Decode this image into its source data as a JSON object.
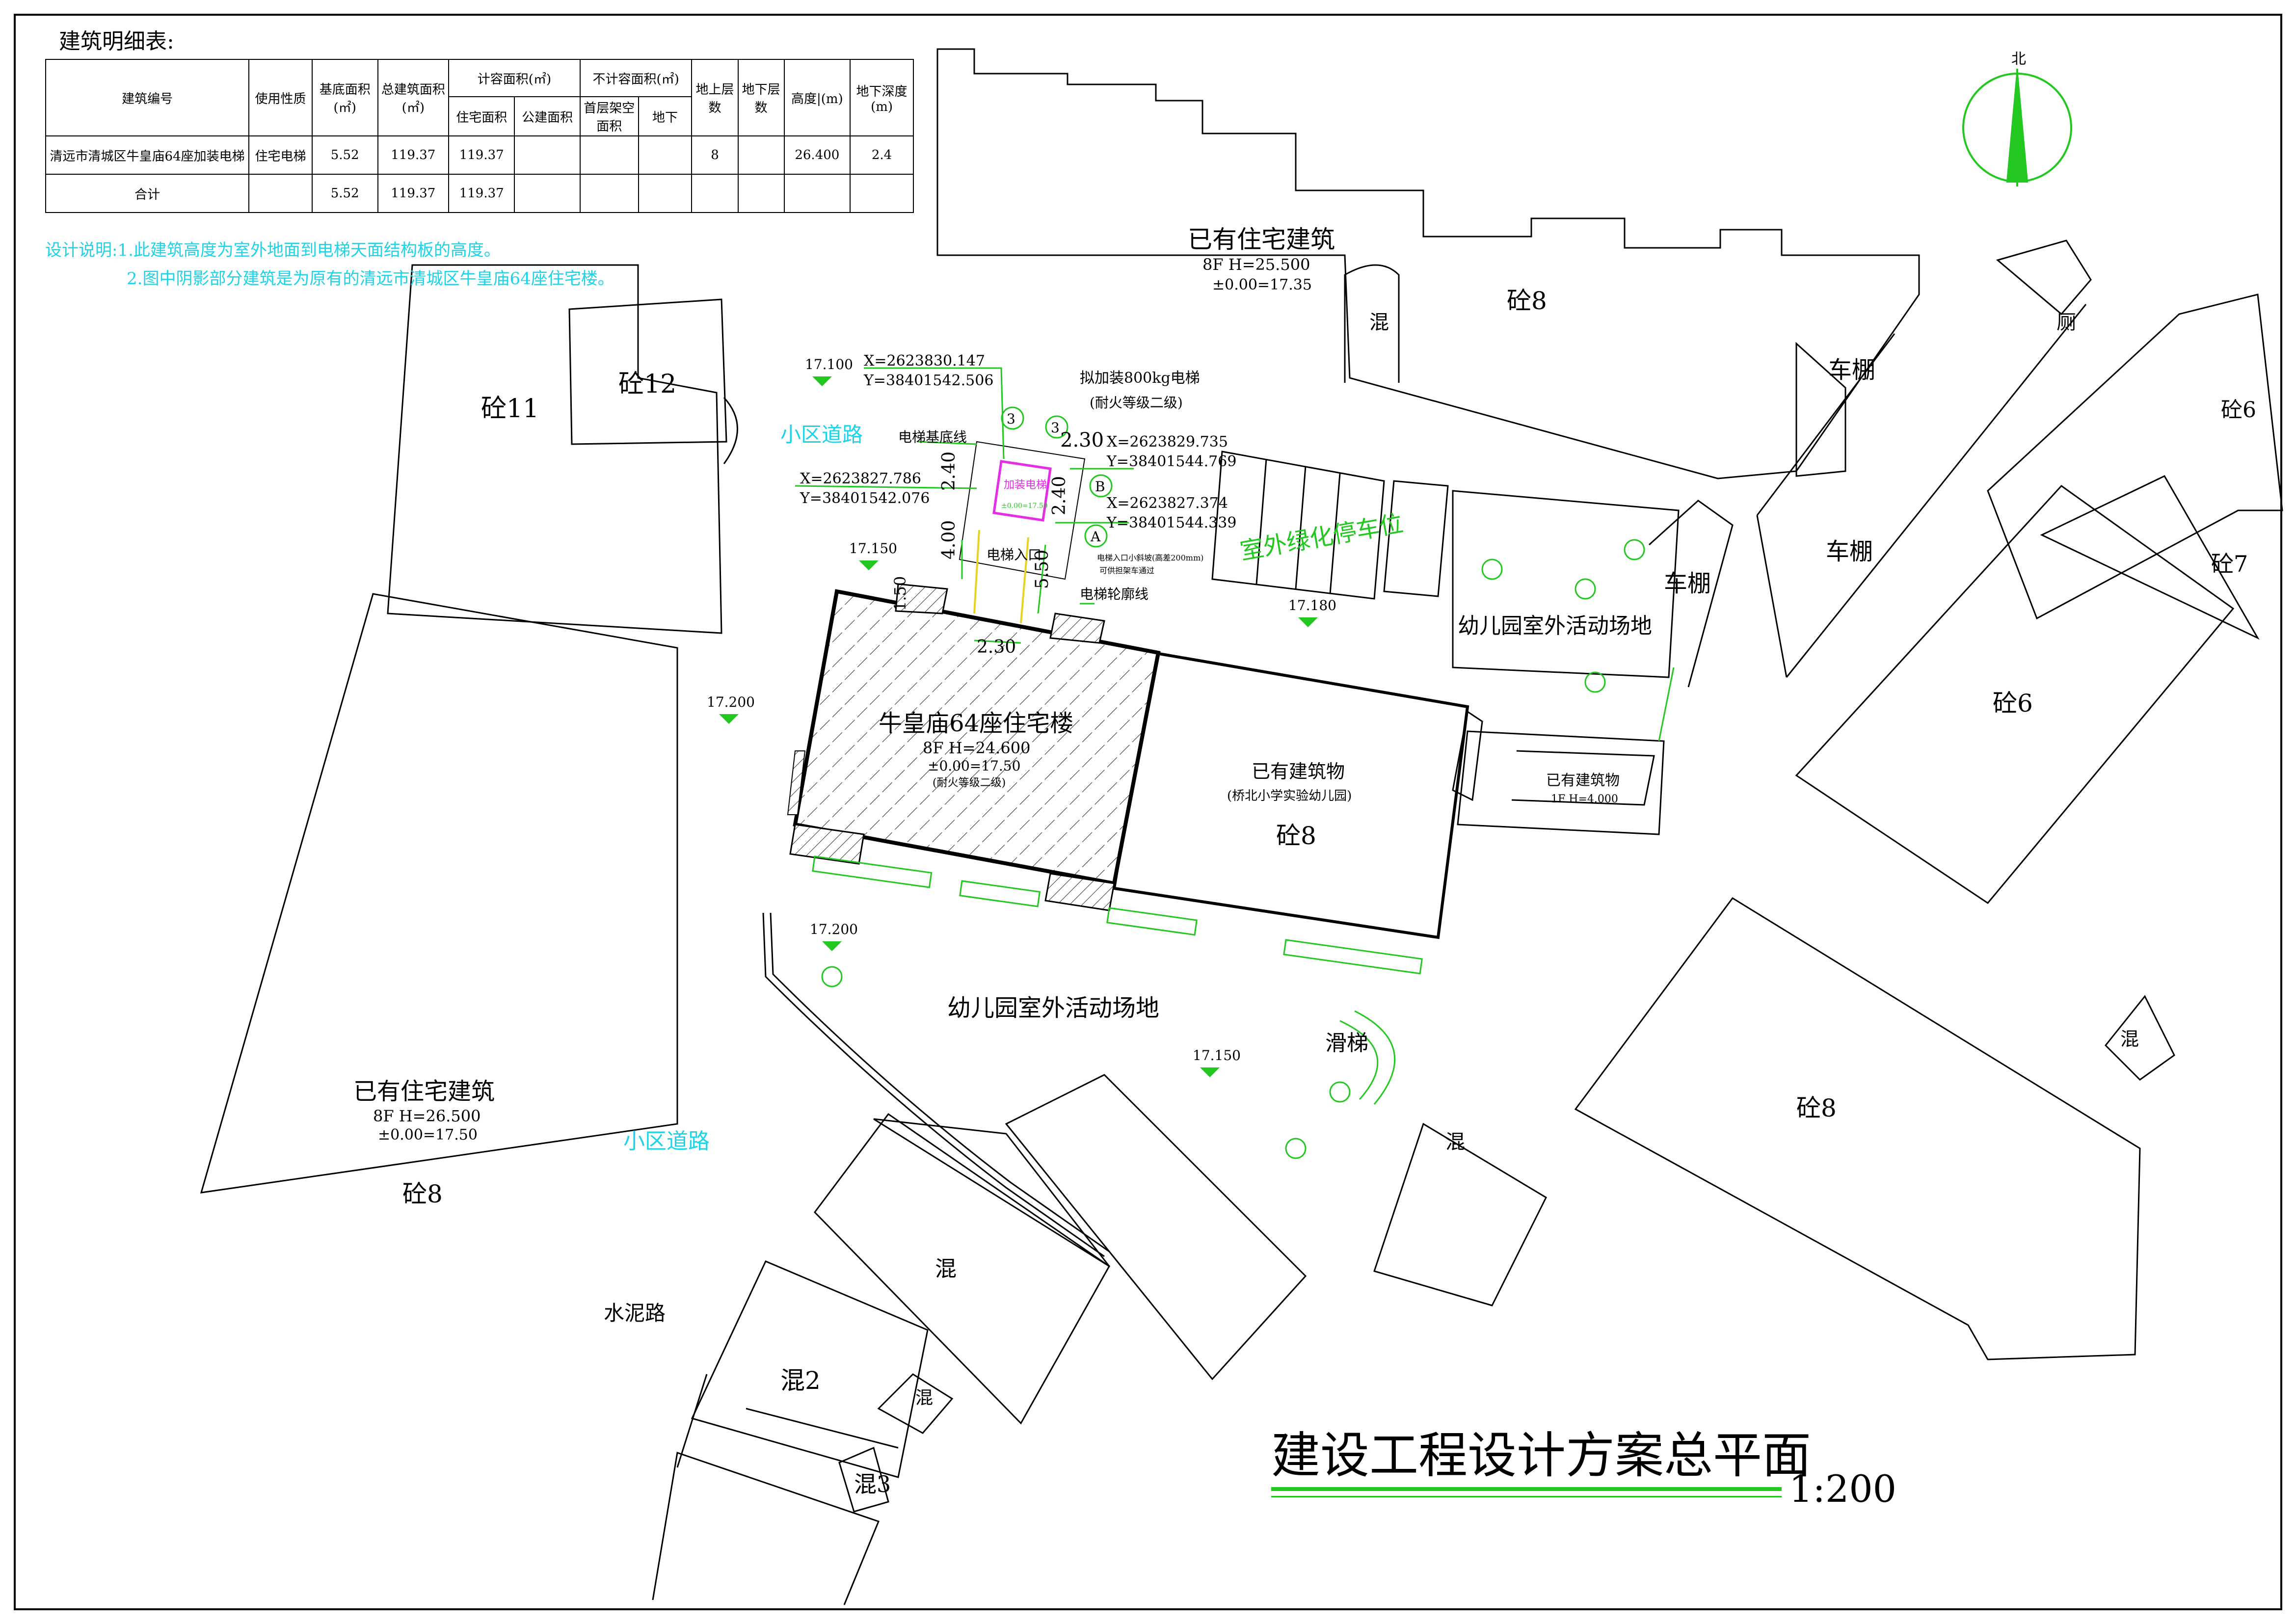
{
  "table": {
    "title": "建筑明细表:",
    "headers": {
      "id": "建筑编号",
      "use": "使用性质",
      "base_area": "基底面积(㎡)",
      "total_area": "总建筑面积(㎡)",
      "far_group": "计容面积(㎡)",
      "res_area": "住宅面积",
      "pub_area": "公建面积",
      "nonfar_group": "不计容面积(㎡)",
      "stilt_area": "首层架空面积",
      "underground": "地下",
      "floors_above": "地上层数",
      "floors_below": "地下层数",
      "height": "高度|(m)",
      "depth": "地下深度(m)"
    },
    "rows": [
      {
        "id": "清远市清城区牛皇庙64座加装电梯",
        "use": "住宅电梯",
        "base": "5.52",
        "total": "119.37",
        "res": "119.37",
        "pub": "",
        "stilt": "",
        "ug": "",
        "above": "8",
        "below": "",
        "height": "26.400",
        "depth": "2.4"
      },
      {
        "id": "合计",
        "use": "",
        "base": "5.52",
        "total": "119.37",
        "res": "119.37",
        "pub": "",
        "stilt": "",
        "ug": "",
        "above": "",
        "below": "",
        "height": "",
        "depth": ""
      }
    ]
  },
  "notes": {
    "line1": "设计说明:1.此建筑高度为室外地面到电梯天面结构板的高度。",
    "line2": "2.图中阴影部分建筑是为原有的清远市清城区牛皇庙64座住宅楼。"
  },
  "north": "北",
  "title": {
    "main": "建设工程设计方案总平面",
    "scale": "1:200"
  },
  "labels": {
    "north_bldg": "已有住宅建筑",
    "north_bldg_spec": "8F H=25.500",
    "north_bldg_elev": "±0.00=17.35",
    "hun": "混",
    "tong8": "砼8",
    "tong11": "砼11",
    "tong12": "砼12",
    "tong6": "砼6",
    "tong7": "砼7",
    "chepeng": "车棚",
    "ce": "厕",
    "road": "小区道路",
    "parking": "室外绿化停车位",
    "kinder_yard": "幼儿园室外活动场地",
    "main_bldg": "牛皇庙64座住宅楼",
    "main_bldg_spec": "8F H=24.600",
    "main_bldg_elev": "±0.00=17.50",
    "main_bldg_fire": "(耐火等级二级)",
    "exist_bldg": "已有建筑物",
    "exist_bldg_sub": "(桥北小学实验幼儿园)",
    "exist_bldg2": "已有建筑物",
    "exist_bldg2_spec": "1F H=4.000",
    "west_bldg": "已有住宅建筑",
    "west_bldg_spec": "8F H=26.500",
    "west_bldg_elev": "±0.00=17.50",
    "cement_road": "水泥路",
    "hun2": "混2",
    "hun3": "混3",
    "slide": "滑梯",
    "elev_proposed": "拟加装800kg电梯",
    "elev_fire": "(耐火等级二级)",
    "elev_base_line": "电梯基底线",
    "elev_outline": "电梯轮廓线",
    "elev_entry": "电梯入口",
    "elev_box": "加装电梯",
    "elev_box_sub": "±0.00=17.50",
    "elev_ramp": "电梯入口小斜坡(高差200mm)",
    "elev_ramp2": "可供担架车通过"
  },
  "elevations": [
    "17.100",
    "17.150",
    "17.180",
    "17.200",
    "17.200",
    "17.150"
  ],
  "coords": {
    "p1x": "X=2623830.147",
    "p1y": "Y=38401542.506",
    "p2x": "X=2623827.786",
    "p2y": "Y=38401542.076",
    "p3x": "X=2623829.735",
    "p3y": "Y=38401544.769",
    "p4x": "X=2623827.374",
    "p4y": "Y=38401544.339"
  },
  "dims": {
    "d230": "2.30",
    "d240": "2.40",
    "d240b": "2.40",
    "d400": "4.00",
    "d550": "5.50",
    "d150": "1.50",
    "d230b": "2.30"
  },
  "axes": {
    "a3": "3",
    "a3b": "3",
    "aA": "A",
    "aB": "B"
  },
  "colors": {
    "green": "#22c81f",
    "cyan": "#1fd3e6",
    "magenta": "#e62ce6",
    "black": "#000000",
    "yellow": "#e6d21f"
  }
}
